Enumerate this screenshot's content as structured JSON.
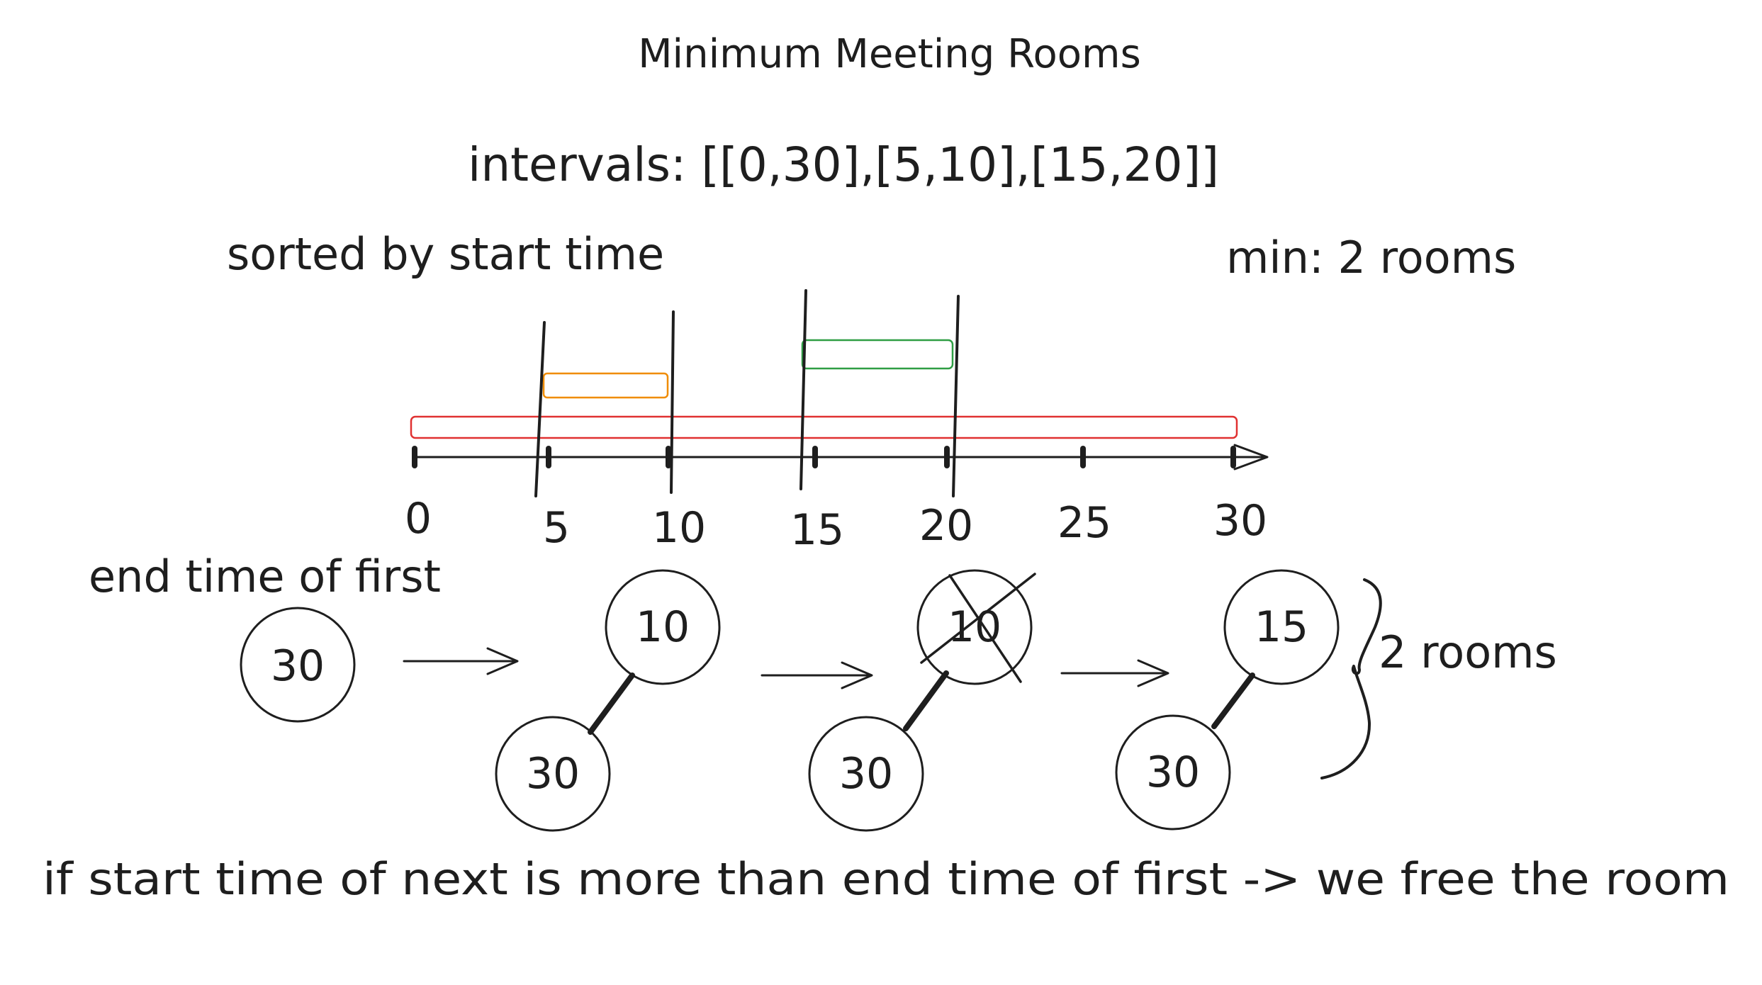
{
  "title": "Minimum Meeting Rooms",
  "intervals_label": "intervals: [[0,30],[5,10],[15,20]]",
  "sorted_label": "sorted by start time",
  "min_label": "min: 2 rooms",
  "end_time_label": "end time of first",
  "rooms_label": "2 rooms",
  "bottom_note": "if start time of next is more than end time of first -> we free the room",
  "axis_ticks": [
    "0",
    "5",
    "10",
    "15",
    "20",
    "25",
    "30"
  ],
  "intervals": [
    {
      "start": 0,
      "end": 30,
      "color": "#e03131"
    },
    {
      "start": 5,
      "end": 10,
      "color": "#f08c00"
    },
    {
      "start": 15,
      "end": 20,
      "color": "#2f9e44"
    }
  ],
  "heap_states": [
    {
      "top": "30"
    },
    {
      "top": "10",
      "bottom": "30"
    },
    {
      "top": "10",
      "bottom": "30",
      "crossed": true
    },
    {
      "top": "15",
      "bottom": "30"
    }
  ]
}
